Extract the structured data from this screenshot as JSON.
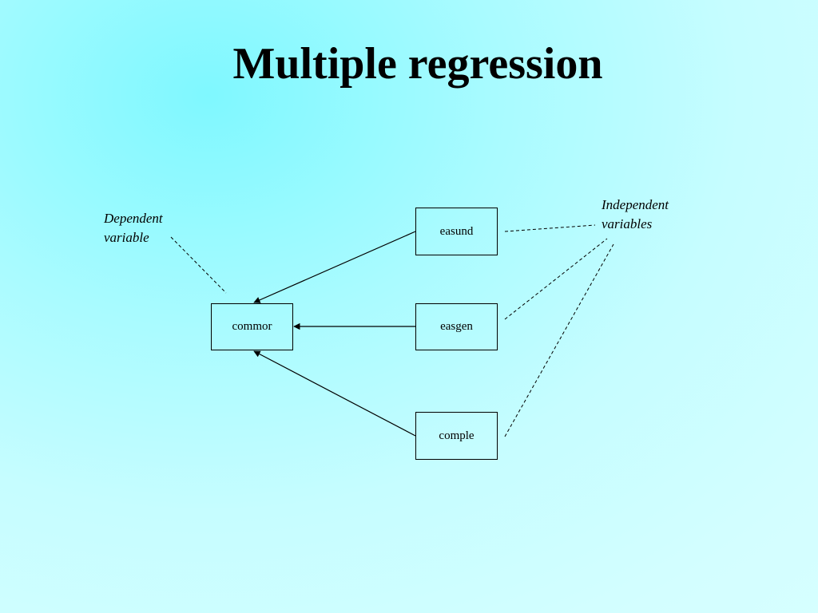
{
  "slide": {
    "title": "Multiple regression"
  },
  "diagram": {
    "dependent": {
      "node": "commor",
      "label_line1": "Dependent",
      "label_line2": "variable"
    },
    "independent": {
      "nodes": [
        "easund",
        "easgen",
        "comple"
      ],
      "label_line1": "Independent",
      "label_line2": "variables"
    }
  }
}
